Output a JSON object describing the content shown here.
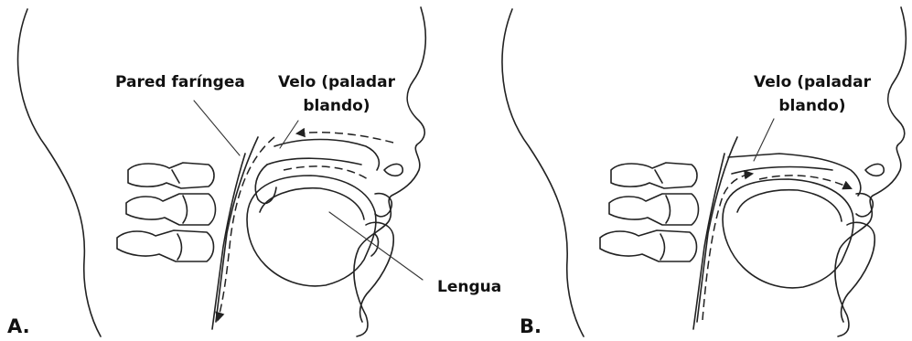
{
  "panels": [
    {
      "letter": "A.",
      "labels": {
        "pharyngeal_wall": "Pared faríngea",
        "velum_line1": "Velo (paladar",
        "velum_line2": "blando)",
        "tongue": "Lengua"
      }
    },
    {
      "letter": "B.",
      "labels": {
        "velum_line1": "Velo (paladar",
        "velum_line2": "blando)"
      }
    }
  ]
}
